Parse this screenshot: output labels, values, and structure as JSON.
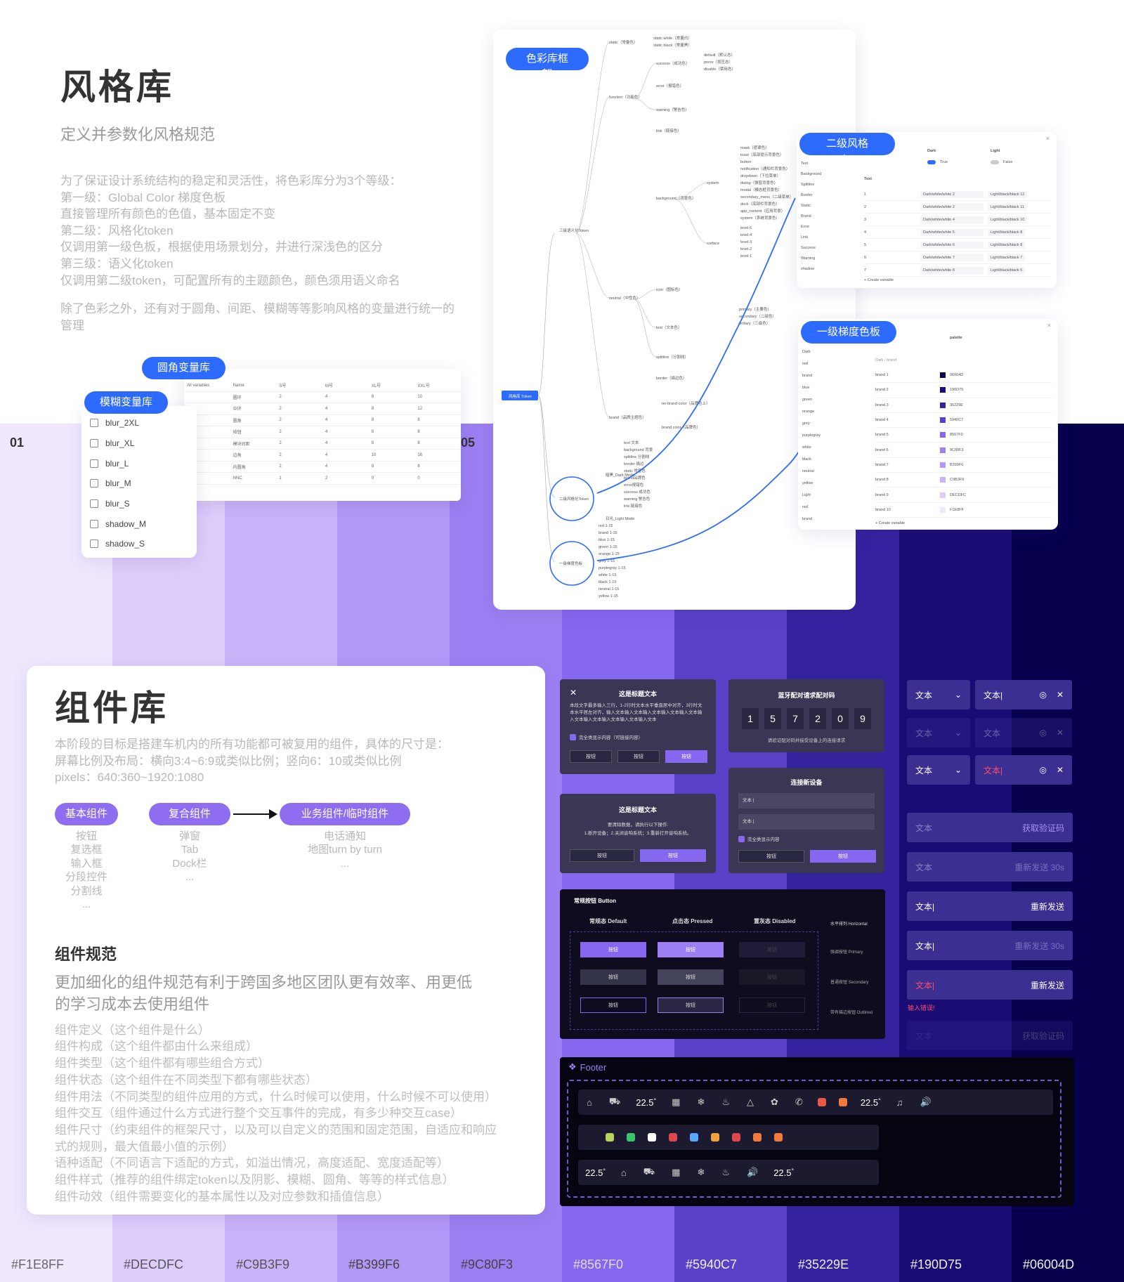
{
  "swatches": [
    {
      "hex": "#F1E8FF",
      "label": "#F1E8FF",
      "text": "#666"
    },
    {
      "hex": "#DECDFC",
      "label": "#DECDFC",
      "text": "#555"
    },
    {
      "hex": "#C9B3F9",
      "label": "#C9B3F9",
      "text": "#555"
    },
    {
      "hex": "#B399F6",
      "label": "#B399F6",
      "text": "#444"
    },
    {
      "hex": "#9C80F3",
      "label": "#9C80F3",
      "text": "#444"
    },
    {
      "hex": "#8567F0",
      "label": "#8567F0",
      "text": "#ddd"
    },
    {
      "hex": "#5940C7",
      "label": "#5940C7",
      "text": "#eee"
    },
    {
      "hex": "#35229E",
      "label": "#35229E",
      "text": "#eee"
    },
    {
      "hex": "#190D75",
      "label": "#190D75",
      "text": "#eee"
    },
    {
      "hex": "#06004D",
      "label": "#06004D",
      "text": "#eee"
    }
  ],
  "style": {
    "title": "风格库",
    "subtitle": "定义并参数化风格规范",
    "lines": [
      "为了保证设计系统结构的稳定和灵活性，将色彩库分为3个等级：",
      "第一级：Global Color 梯度色板",
      "直接管理所有颜色的色值，基本固定不变",
      "第二级：风格化token",
      "仅调用第一级色板，根据使用场景划分，并进行深浅色的区分",
      "第三级：语义化token",
      "仅调用第二级token，可配置所有的主题颜色，颜色须用语义命名",
      "",
      "除了色彩之外，还有对于圆角、间距、模糊等等影响风格的变量进行统一的",
      "管理"
    ],
    "num_left": "01",
    "num_right": "05"
  },
  "radius": {
    "label": "圆角变量库",
    "head": [
      "All variables",
      "Name",
      "S号",
      "M号",
      "XL号",
      "XXL号"
    ],
    "rows": [
      [
        "",
        "圆环",
        "2",
        "4",
        "8",
        "10"
      ],
      [
        "",
        "中环",
        "2",
        "4",
        "8",
        "12"
      ],
      [
        "",
        "圆角",
        "2",
        "4",
        "8",
        "8"
      ],
      [
        "",
        "按钮",
        "2",
        "4",
        "8",
        "8"
      ],
      [
        "",
        "模块间距",
        "2",
        "4",
        "8",
        "8"
      ],
      [
        "",
        "边角",
        "2",
        "4",
        "10",
        "16"
      ],
      [
        "",
        "内圆角",
        "2",
        "4",
        "8",
        "8"
      ],
      [
        "",
        "NNC",
        "1",
        "2",
        "0",
        "0"
      ]
    ]
  },
  "blur": {
    "label": "模糊变量库",
    "items": [
      "blur_2XL",
      "blur_XL",
      "blur_L",
      "blur_M",
      "blur_S",
      "shadow_M",
      "shadow_S"
    ]
  },
  "mindmap": {
    "title": "色彩库框架",
    "root": "风格库 Token",
    "semantic": "三级语义化Token",
    "stylized": "二级风格化Token",
    "gradient": "一级梯度色板",
    "nodes": [
      "static（常量色）",
      "static white（常量白）",
      "static black（常量黑）",
      "function（功能色）",
      "success（成功色）",
      "default（默认态）",
      "press（按压态）",
      "disable（禁用态）",
      "error（报错色）",
      "warning（警告色）",
      "link（链接色）",
      "system",
      "mask（遮罩色）",
      "toast（底部提示背景色）",
      "button",
      "notification（通知栏背景色）",
      "dropdown（下拉菜单）",
      "dialog（弹窗背景色）",
      "modal（模态框背景色）",
      "secondary_menu（二级菜单）",
      "dock（底部栏背景色）",
      "app_content（应用背景）",
      "system（系统背景色）",
      "background（背景色）",
      "surface",
      "level-5",
      "level-4",
      "level-3",
      "level-2",
      "level-1",
      "neutral（中性色）",
      "icon（图标色）",
      "text（文本色）",
      "splitline（分割线）",
      "border（描边色）",
      "brand（品牌主题色）",
      "on-brand color（品牌色上）",
      "brand color（品牌色）",
      "primary（主要色）",
      "secondary（二级色）",
      "tertiary（三级色）",
      "暗黑_Dark Mode",
      "日光_Light Mode",
      "text 文本",
      "background 背景",
      "splitline 分割线",
      "border 描边",
      "static 常量色",
      "brand品牌色",
      "error报错色",
      "success 成功色",
      "warning 警告色",
      "link 链接色",
      "red 1-15",
      "brand 1-15",
      "blue 1-15",
      "green 1-15",
      "orange 1-15",
      "grey 1-15",
      "purplegray 1-15",
      "white 1-15",
      "black 1-15",
      "neutral 1-15",
      "yellow 1-15"
    ]
  },
  "token2": {
    "label": "二级风格token",
    "cols": [
      "Dark",
      "Light"
    ],
    "sidebar": [
      "Text",
      "Background",
      "Splitline",
      "Border",
      "Static",
      "Brand",
      "Error",
      "Link",
      "Success",
      "Warning",
      "shadow"
    ],
    "mode": [
      "True",
      "False"
    ],
    "section": "Text",
    "rows": [
      [
        "1",
        "Dark/white/white 2",
        "Light/black/black 12"
      ],
      [
        "2",
        "Dark/white/white 2",
        "Light/black/black 11"
      ],
      [
        "3",
        "Dark/white/white 4",
        "Light/black/black 10"
      ],
      [
        "4",
        "Dark/white/white 5",
        "Light/black/black 8"
      ],
      [
        "5",
        "Dark/white/white 6",
        "Light/black/black 8"
      ],
      [
        "6",
        "Dark/white/white 7",
        "Light/black/black 7"
      ],
      [
        "7",
        "Dark/white/white 8",
        "Light/black/black 5"
      ]
    ],
    "create": "+ Create variable"
  },
  "token1": {
    "label": "一级梯度色板",
    "col": "palette",
    "path": "Dark / brand",
    "sidebar": [
      "Dark",
      "red",
      "brand",
      "blue",
      "green",
      "orange",
      "grey",
      "purplegray",
      "white",
      "black",
      "neutral",
      "yellow",
      "Light",
      "red",
      "brand"
    ],
    "rows": [
      [
        "brand 1",
        "06004D",
        "#06004D"
      ],
      [
        "brand 2",
        "190D75",
        "#190D75"
      ],
      [
        "brand 3",
        "35229E",
        "#35229E"
      ],
      [
        "brand 4",
        "5940C7",
        "#5940C7"
      ],
      [
        "brand 5",
        "8567F0",
        "#8567F0"
      ],
      [
        "brand 6",
        "9C80F3",
        "#9C80F3"
      ],
      [
        "brand 7",
        "B399F6",
        "#B399F6"
      ],
      [
        "brand 8",
        "C9B3F9",
        "#C9B3F9"
      ],
      [
        "brand 9",
        "DECDFC",
        "#DECDFC"
      ],
      [
        "brand 10",
        "F1E8FF",
        "#F1E8FF"
      ]
    ],
    "create": "+ Create variable"
  },
  "comp": {
    "title": "组件库",
    "intro": [
      "本阶段的目标是搭建车机内的所有功能都可被复用的组件，具体的尺寸是：",
      "屏幕比例及布局：横向3:4~6:9或类似比例；竖向6：10或类似比例",
      "pixels：640:360~1920:1080"
    ],
    "cats": [
      "基本组件",
      "复合组件",
      "业务组件/临时组件"
    ],
    "basic": [
      "按钮",
      "复选框",
      "输入框",
      "分段控件",
      "分割线",
      "..."
    ],
    "complex": [
      "弹窗",
      "Tab",
      "Dock栏",
      "..."
    ],
    "biz": [
      "电话通知",
      "地图turn by turn",
      "..."
    ],
    "spec_title": "组件规范",
    "spec_desc": [
      "更加细化的组件规范有利于跨国多地区团队更有效率、用更低",
      "的学习成本去使用组件"
    ],
    "specs": [
      "组件定义（这个组件是什么）",
      "组件构成（这个组件都由什么来组成）",
      "组件类型（这个组件都有哪些组合方式）",
      "组件状态（这个组件在不同类型下都有哪些状态）",
      "组件用法（不同类型的组件应用的方式，什么时候可以使用，什么时候不可以使用）",
      "组件交互（组件通过什么方式进行整个交互事件的完成，有多少种交互case）",
      "组件尺寸（约束组件的框架尺寸，以及可以自定义的范围和固定范围，自适应和响应",
      "式的规则，最大值最小值的示例）",
      "语种适配（不同语言下适配的方式，如溢出情况，高度适配、宽度适配等）",
      "组件样式（推荐的组件绑定token以及阴影、模糊、圆角、等等的样式信息）",
      "组件动效（组件需要变化的基本属性以及对应参数和插值信息）"
    ]
  },
  "dialogs": {
    "d1": {
      "title": "这是标题文本",
      "body": [
        "本段文字最多输入三行，1-2行时文本水平垂直居中对齐，3行时文",
        "本水平居左对齐，输入文本输入文本输入文本输入文本输入文本输",
        "入文本输入文本输入文本输入文本输入文本"
      ],
      "check": "完全类显示内容（可链接内容）",
      "btns": [
        "按钮",
        "按钮",
        "按钮"
      ]
    },
    "d2": {
      "title": "这是标题文本",
      "body": [
        "要清除数据，请执行以下操作:",
        "1.断开设备；2.关闭音响系统；3.重新打开音响系统。"
      ],
      "btns": [
        "按钮",
        "按钮"
      ]
    },
    "d3": {
      "title": "蓝牙配对请求配对码",
      "digits": [
        "1",
        "5",
        "7",
        "2",
        "0",
        "9"
      ],
      "note": "请验证配对码并接受设备上的连接请求"
    },
    "d4": {
      "title": "连接新设备",
      "f1": "文本 |",
      "f2": "文本 |",
      "check": "完全类显示内容",
      "btns": [
        "按钮",
        "按钮"
      ]
    }
  },
  "buttons": {
    "title": "常规按钮 Button",
    "states": [
      "常规态 Default",
      "点击态 Pressed",
      "置灰态 Disabled"
    ],
    "layout": "水平排列 Horizontal",
    "types": [
      "强调按钮 Primary",
      "普通按钮 Secondary",
      "带有描边按钮 Outlined"
    ],
    "label": "按钮"
  },
  "inputs": {
    "select": [
      [
        "文本",
        "文本|"
      ],
      [
        "文本",
        "文本"
      ],
      [
        "文本",
        "文本|"
      ]
    ],
    "code": [
      [
        "文本",
        "获取验证码"
      ],
      [
        "文本",
        "重新发送 30s"
      ],
      [
        "文本|",
        "重新发送"
      ],
      [
        "文本|",
        "重新发送 30s"
      ],
      [
        "文本|",
        "重新发送"
      ],
      [
        "文本",
        "获取验证码"
      ]
    ],
    "error": "输入错误!"
  },
  "footer": {
    "title": "Footer",
    "temp": "22.5",
    "unit": "°"
  }
}
